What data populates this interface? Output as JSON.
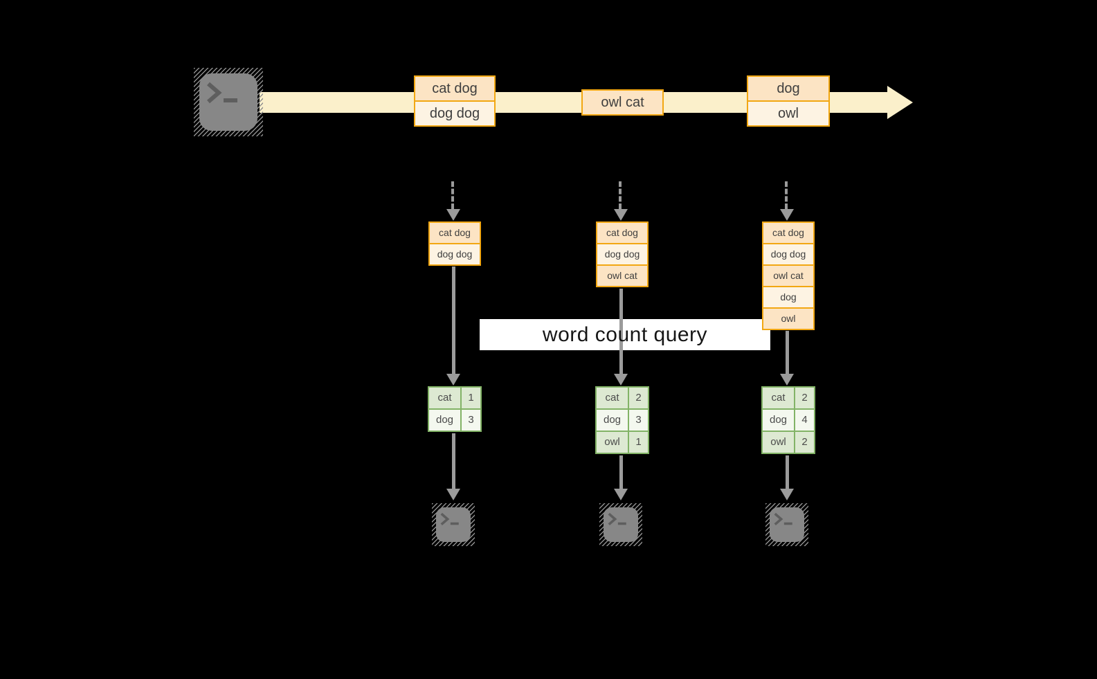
{
  "query": {
    "label": "word count query"
  },
  "stream": {
    "batches": [
      {
        "rows": [
          "cat dog",
          "dog dog"
        ]
      },
      {
        "rows": [
          "owl cat"
        ]
      },
      {
        "rows": [
          "dog",
          "owl"
        ]
      }
    ]
  },
  "states": [
    {
      "rows": [
        "cat dog",
        "dog dog"
      ]
    },
    {
      "rows": [
        "cat dog",
        "dog dog",
        "owl cat"
      ]
    },
    {
      "rows": [
        "cat dog",
        "dog dog",
        "owl cat",
        "dog",
        "owl"
      ]
    }
  ],
  "results": [
    {
      "rows": [
        {
          "word": "cat",
          "count": "1"
        },
        {
          "word": "dog",
          "count": "3"
        }
      ]
    },
    {
      "rows": [
        {
          "word": "cat",
          "count": "2"
        },
        {
          "word": "dog",
          "count": "3"
        },
        {
          "word": "owl",
          "count": "1"
        }
      ]
    },
    {
      "rows": [
        {
          "word": "cat",
          "count": "2"
        },
        {
          "word": "dog",
          "count": "4"
        },
        {
          "word": "owl",
          "count": "2"
        }
      ]
    }
  ],
  "icons": {
    "terminal": ">_",
    "stream_arrow": "right-arrow",
    "flow_arrow": "down-arrow"
  },
  "colors": {
    "background": "#000000",
    "stream_band": "#FBF0CB",
    "record_border": "#F2A712",
    "record_fill_dark": "#FCE4C4",
    "record_fill_light": "#FDF3E3",
    "table_border": "#82B366",
    "table_fill_dark": "#DDE9D2",
    "table_fill_light": "#F4F8EF",
    "arrow_gray": "#9B9B9B",
    "query_band": "#FFFFFF",
    "terminal_gray": "#878787"
  }
}
